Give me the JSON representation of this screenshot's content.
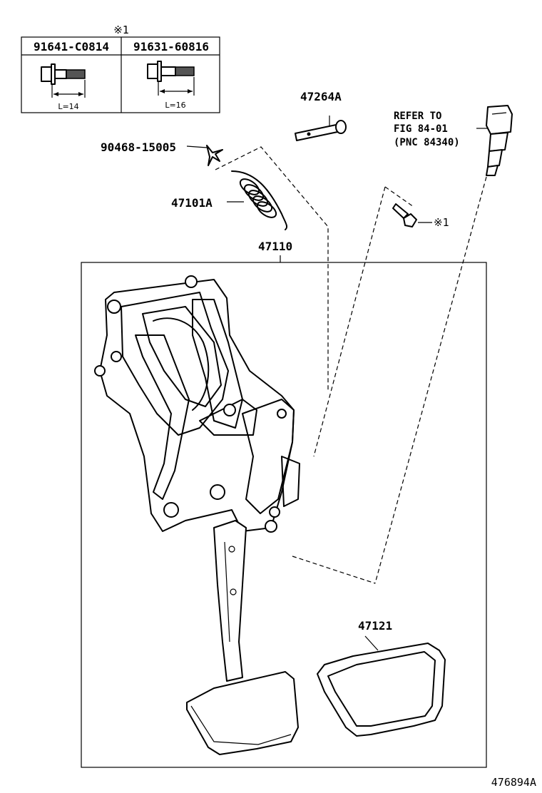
{
  "table": {
    "header_mark": "※1",
    "col1_part": "91641-C0814",
    "col2_part": "91631-60816",
    "col1_length": "L=14",
    "col2_length": "L=16"
  },
  "labels": {
    "pin": "47264A",
    "clip": "90468-15005",
    "spring": "47101A",
    "assembly": "47110",
    "pad": "47121",
    "bolt_mark": "※1"
  },
  "reference": {
    "line1": "REFER TO",
    "line2": "FIG 84-01",
    "line3": "(PNC 84340)"
  },
  "figure_id": "476894A"
}
